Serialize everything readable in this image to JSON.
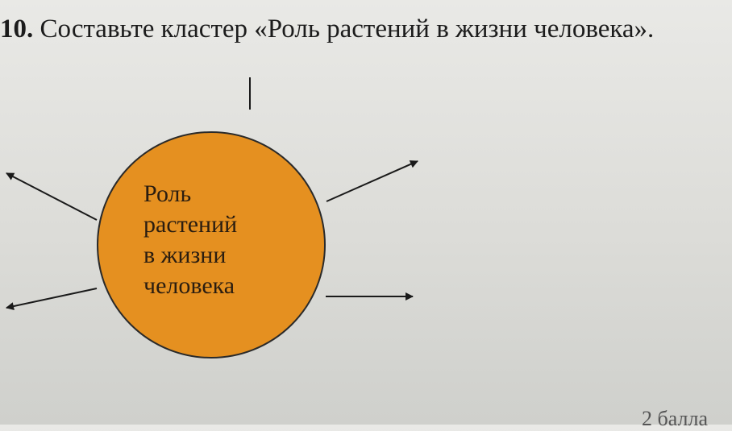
{
  "task": {
    "number": "10.",
    "text": "Составьте кластер «Роль растений в жизни человека»."
  },
  "cluster": {
    "center_lines": [
      "Роль",
      "растений",
      "в жизни",
      "человека"
    ],
    "circle_fill": "#e59020",
    "line_color": "#1a1a1a"
  },
  "footer": {
    "score": "2 балла"
  }
}
